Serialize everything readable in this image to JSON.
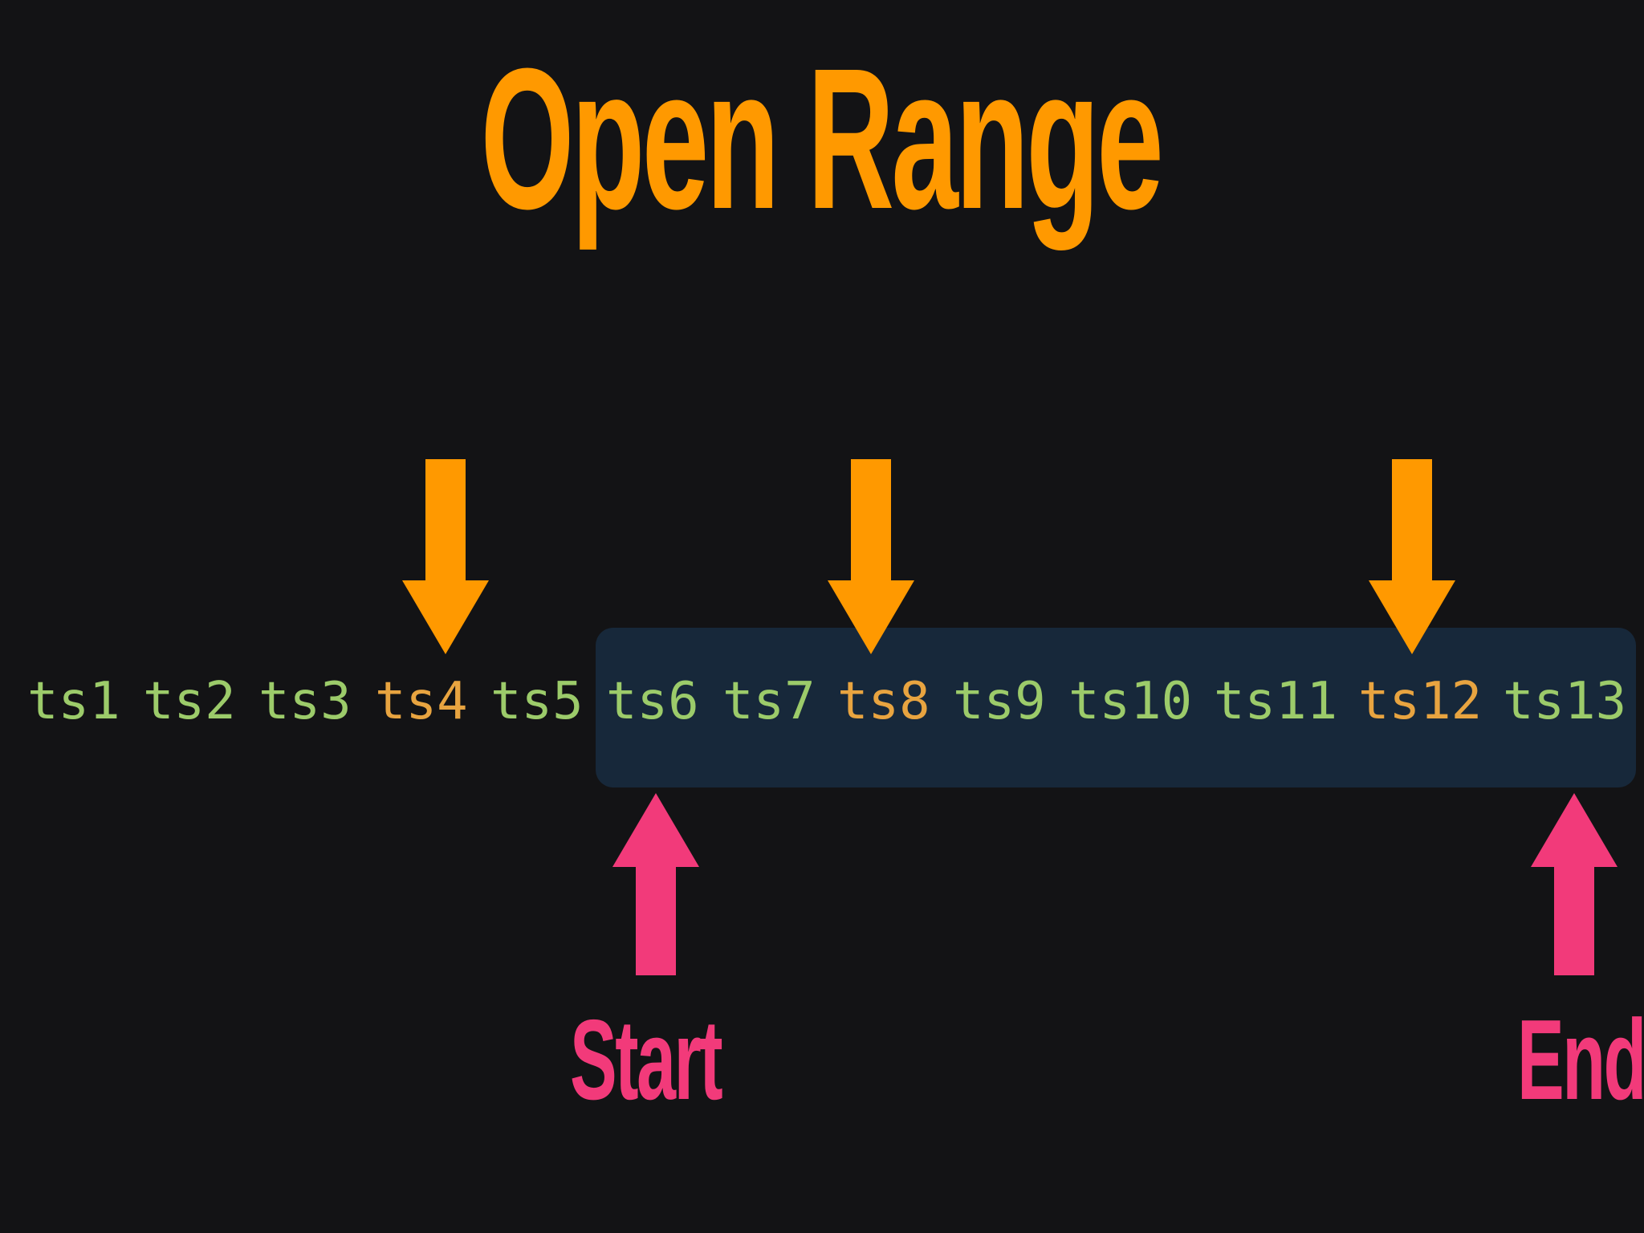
{
  "title": "Open Range",
  "timestamps": [
    "ts1",
    "ts2",
    "ts3",
    "ts4",
    "ts5",
    "ts6",
    "ts7",
    "ts8",
    "ts9",
    "ts10",
    "ts11",
    "ts12",
    "ts13"
  ],
  "highlighted_timestamps": [
    "ts4",
    "ts8",
    "ts12"
  ],
  "range_start_label": "Start",
  "range_end_label": "End",
  "colors": {
    "background": "#131315",
    "title": "#ff9900",
    "timestamp": "#9ccb6a",
    "highlighted_timestamp": "#e8a440",
    "range_box": "#17283a",
    "down_arrow": "#ff9900",
    "up_arrow": "#f23a7a",
    "labels": "#f23a7a"
  }
}
